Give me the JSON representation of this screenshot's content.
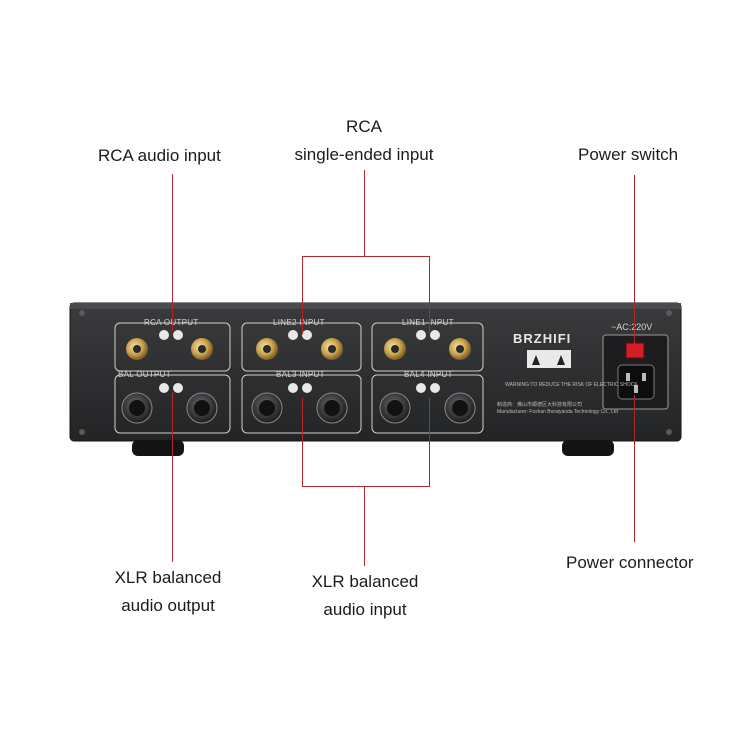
{
  "callouts": {
    "rca_audio_input": "RCA audio input",
    "rca_single_ended_line1": "RCA",
    "rca_single_ended_line2": "single-ended input",
    "power_switch": "Power switch",
    "xlr_output_line1": "XLR balanced",
    "xlr_output_line2": "audio output",
    "xlr_input_line1": "XLR balanced",
    "xlr_input_line2": "audio input",
    "power_connector": "Power connector"
  },
  "panel": {
    "rca_output": "RCA OUTPUT",
    "line2_input": "LINE2 INPUT",
    "line1_input": "LINE1 INPUT",
    "bal_output": "BAL OUTPUT",
    "bal3_input": "BAL3 INPUT",
    "bal4_input": "BAL4 INPUT",
    "brand": "BRZHIFI",
    "voltage": "~AC:220V",
    "warning": "WARNING:TO REDUCE THE RISK OF ELECTRIC SHOCK",
    "maker_cn": "制造商：佛山市顺德区大科技有限公司",
    "maker_en": "Manufacturer: Foshan Boraiyanda Technology Co., Ltd"
  },
  "colors": {
    "accent_line": "#b3262c",
    "chassis": "#2b2c2e",
    "text": "#1b1b1b"
  }
}
